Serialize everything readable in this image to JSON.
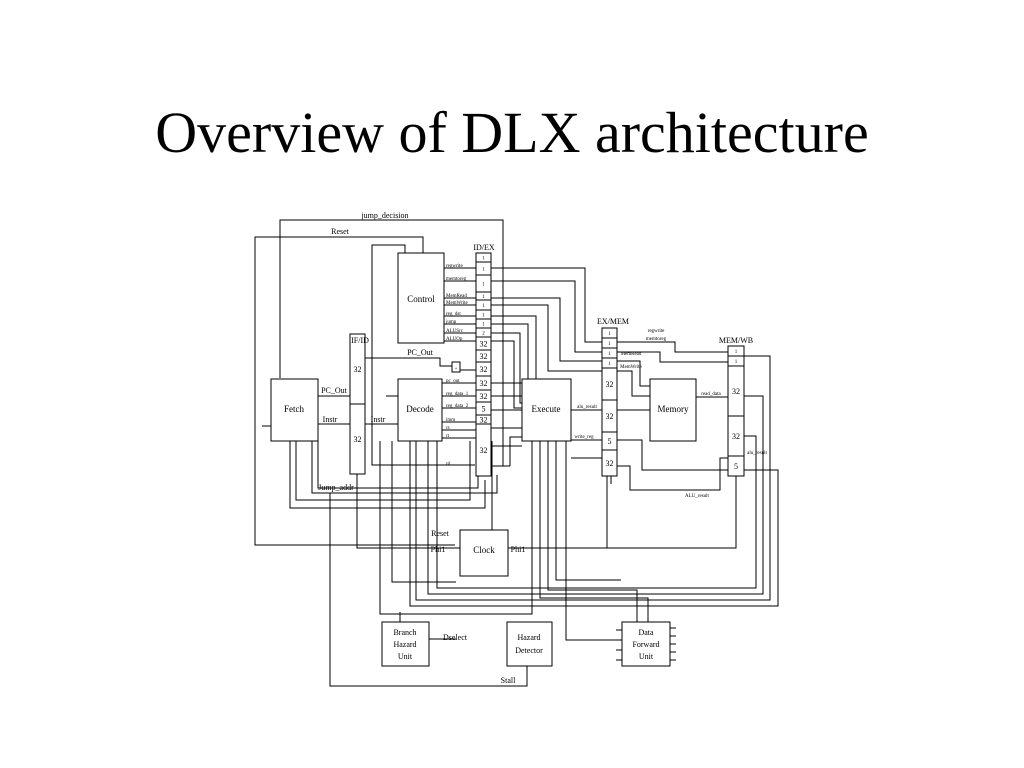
{
  "title": "Overview of DLX architecture",
  "colors": {
    "background": "#ffffff",
    "ink": "#000000"
  },
  "blocks": {
    "fetch": "Fetch",
    "decode": "Decode",
    "control": "Control",
    "execute": "Execute",
    "memory": "Memory",
    "clock": "Clock",
    "branch_hazard_unit": [
      "Branch",
      "Hazard",
      "Unit"
    ],
    "hazard_detector": [
      "Hazard",
      "Detector"
    ],
    "data_forward_unit": [
      "Data",
      "Forward",
      "Unit"
    ]
  },
  "registers": {
    "if_id": "IF/ID",
    "id_ex": "ID/EX",
    "ex_mem": "EX/MEM",
    "mem_wb": "MEM/WB"
  },
  "signals": {
    "jump_decision": "jump_decision",
    "reset_top": "Reset",
    "pc_out_fetch": "PC_Out",
    "instr_fetch": "Instr",
    "instr_decode": "Instr",
    "pc_out_decode": "PC_Out",
    "jump_addr": "Jump_addr",
    "reset_clock": "Reset",
    "phi1_left": "Phi1",
    "phi1_right": "Phi1",
    "dselect": "Dselect",
    "stall": "Stall",
    "alu_result_ex": "alu_result",
    "write_reg": "write_reg",
    "read_data": "read_data",
    "alu_result_label": "ALU_result",
    "alu_result_wb": "alu_result",
    "mem_read": "MemRead",
    "mem_write": "MemWrite",
    "reg_write_wb": "regwrite",
    "mem_to_reg_wb": "memtoreg",
    "plus": "+"
  },
  "id_ex_control_labels": [
    "regwrite",
    "memtoreg",
    "MemRead",
    "MemWrite",
    "reg_dst",
    "jump",
    "ALUSrc",
    "ALUOp"
  ],
  "id_ex_data_labels": [
    "pc_out",
    "reg_data_1",
    "reg_data_2",
    "imm",
    "rs",
    "rt",
    "rd"
  ],
  "id_ex_fields": [
    "1",
    "1",
    "1",
    "1",
    "1",
    "1",
    "1",
    "2",
    "32",
    "32",
    "32",
    "32",
    "32",
    "5",
    "32",
    "32"
  ],
  "if_id_fields": [
    "32",
    "32"
  ],
  "ex_mem_fields": [
    "1",
    "1",
    "1",
    "1",
    "32",
    "32",
    "5",
    "32"
  ],
  "mem_wb_fields": [
    "1",
    "1",
    "32",
    "32",
    "5"
  ]
}
